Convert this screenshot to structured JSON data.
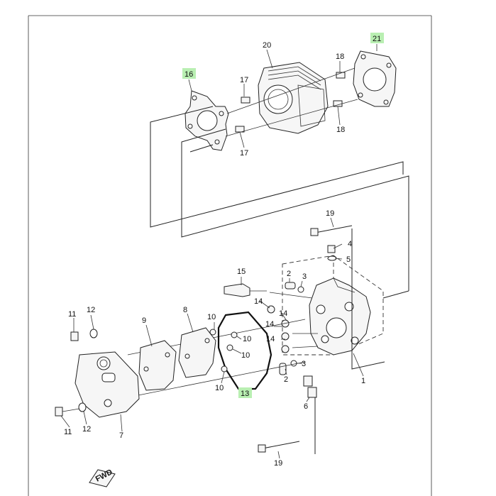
{
  "diagram": {
    "parts": [
      {
        "id": "p1",
        "number": "1"
      },
      {
        "id": "p2a",
        "number": "2"
      },
      {
        "id": "p2b",
        "number": "2"
      },
      {
        "id": "p3a",
        "number": "3"
      },
      {
        "id": "p3b",
        "number": "3"
      },
      {
        "id": "p4",
        "number": "4"
      },
      {
        "id": "p5",
        "number": "5"
      },
      {
        "id": "p6",
        "number": "6"
      },
      {
        "id": "p7",
        "number": "7"
      },
      {
        "id": "p8",
        "number": "8"
      },
      {
        "id": "p9",
        "number": "9"
      },
      {
        "id": "p10a",
        "number": "10"
      },
      {
        "id": "p10b",
        "number": "10"
      },
      {
        "id": "p10c",
        "number": "10"
      },
      {
        "id": "p10d",
        "number": "10"
      },
      {
        "id": "p11a",
        "number": "11"
      },
      {
        "id": "p11b",
        "number": "11"
      },
      {
        "id": "p12a",
        "number": "12"
      },
      {
        "id": "p12b",
        "number": "12"
      },
      {
        "id": "p13",
        "number": "13",
        "highlighted": true
      },
      {
        "id": "p14a",
        "number": "14"
      },
      {
        "id": "p14b",
        "number": "14"
      },
      {
        "id": "p14c",
        "number": "14"
      },
      {
        "id": "p14d",
        "number": "14"
      },
      {
        "id": "p15",
        "number": "15"
      },
      {
        "id": "p16",
        "number": "16",
        "highlighted": true
      },
      {
        "id": "p17a",
        "number": "17"
      },
      {
        "id": "p17b",
        "number": "17"
      },
      {
        "id": "p18a",
        "number": "18"
      },
      {
        "id": "p18b",
        "number": "18"
      },
      {
        "id": "p19a",
        "number": "19"
      },
      {
        "id": "p19b",
        "number": "19"
      },
      {
        "id": "p20",
        "number": "20"
      },
      {
        "id": "p21",
        "number": "21",
        "highlighted": true
      }
    ],
    "fwd_label": "FWD",
    "colors": {
      "highlight": "#b9efb2",
      "line": "#222222"
    }
  }
}
